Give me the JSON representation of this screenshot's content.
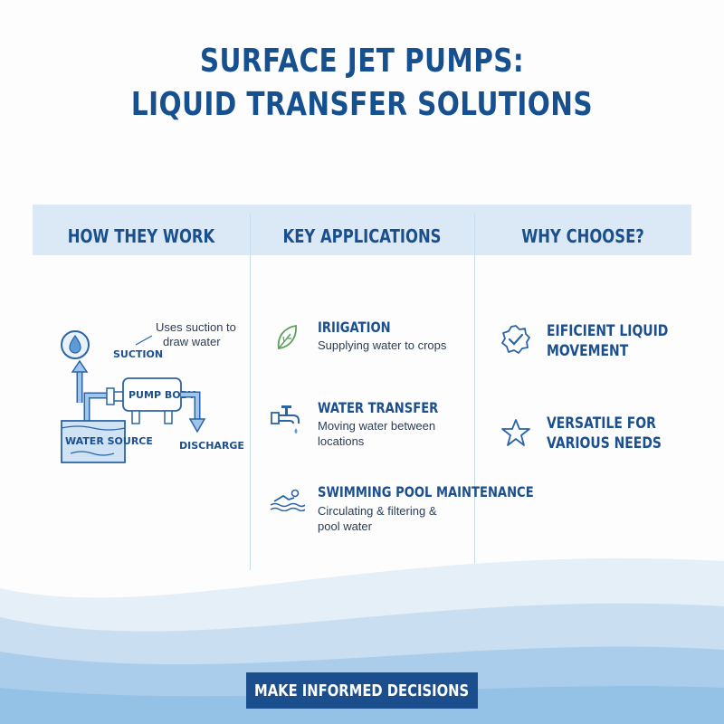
{
  "title": {
    "line1": "SURFACE JET PUMPS:",
    "line2": "LIQUID TRANSFER SOLUTIONS"
  },
  "columns": {
    "how": {
      "heading": "HOW THEY WORK"
    },
    "apps": {
      "heading": "KEY APPLICATIONS"
    },
    "why": {
      "heading": "WHY CHOOSE?"
    }
  },
  "diagram": {
    "note_line1": "Uses suction to",
    "note_line2": "draw water",
    "suction": "SUCTION",
    "pump_body": "PUMP BODY",
    "water_source": "WATER SOURCE",
    "discharge": "DISCHARGE"
  },
  "applications": [
    {
      "title": "IRIIGATION",
      "desc_line1": "Supplying water to crops",
      "desc_line2": "",
      "icon": "leaf-icon"
    },
    {
      "title": "WATER TRANSFER",
      "desc_line1": "Moving water between",
      "desc_line2": "locations",
      "icon": "faucet-icon"
    },
    {
      "title": "SWIMMING POOL MAINTENANCE",
      "desc_line1": "Circulating & filtering &",
      "desc_line2": "pool water",
      "icon": "swimmer-icon"
    }
  ],
  "benefits": [
    {
      "line1": "EIFICIENT LIQUID",
      "line2": "MOVEMENT",
      "icon": "badge-check-icon"
    },
    {
      "line1": "VERSATILE FOR",
      "line2": "VARIOUS NEEDS",
      "icon": "star-icon"
    }
  ],
  "cta": {
    "label": "MAKE INFORMED DECISIONS"
  },
  "colors": {
    "primary": "#1b4e8c",
    "band": "#dbe9f6",
    "accent_green": "#5aa15a",
    "wave": "#a9cdea"
  }
}
